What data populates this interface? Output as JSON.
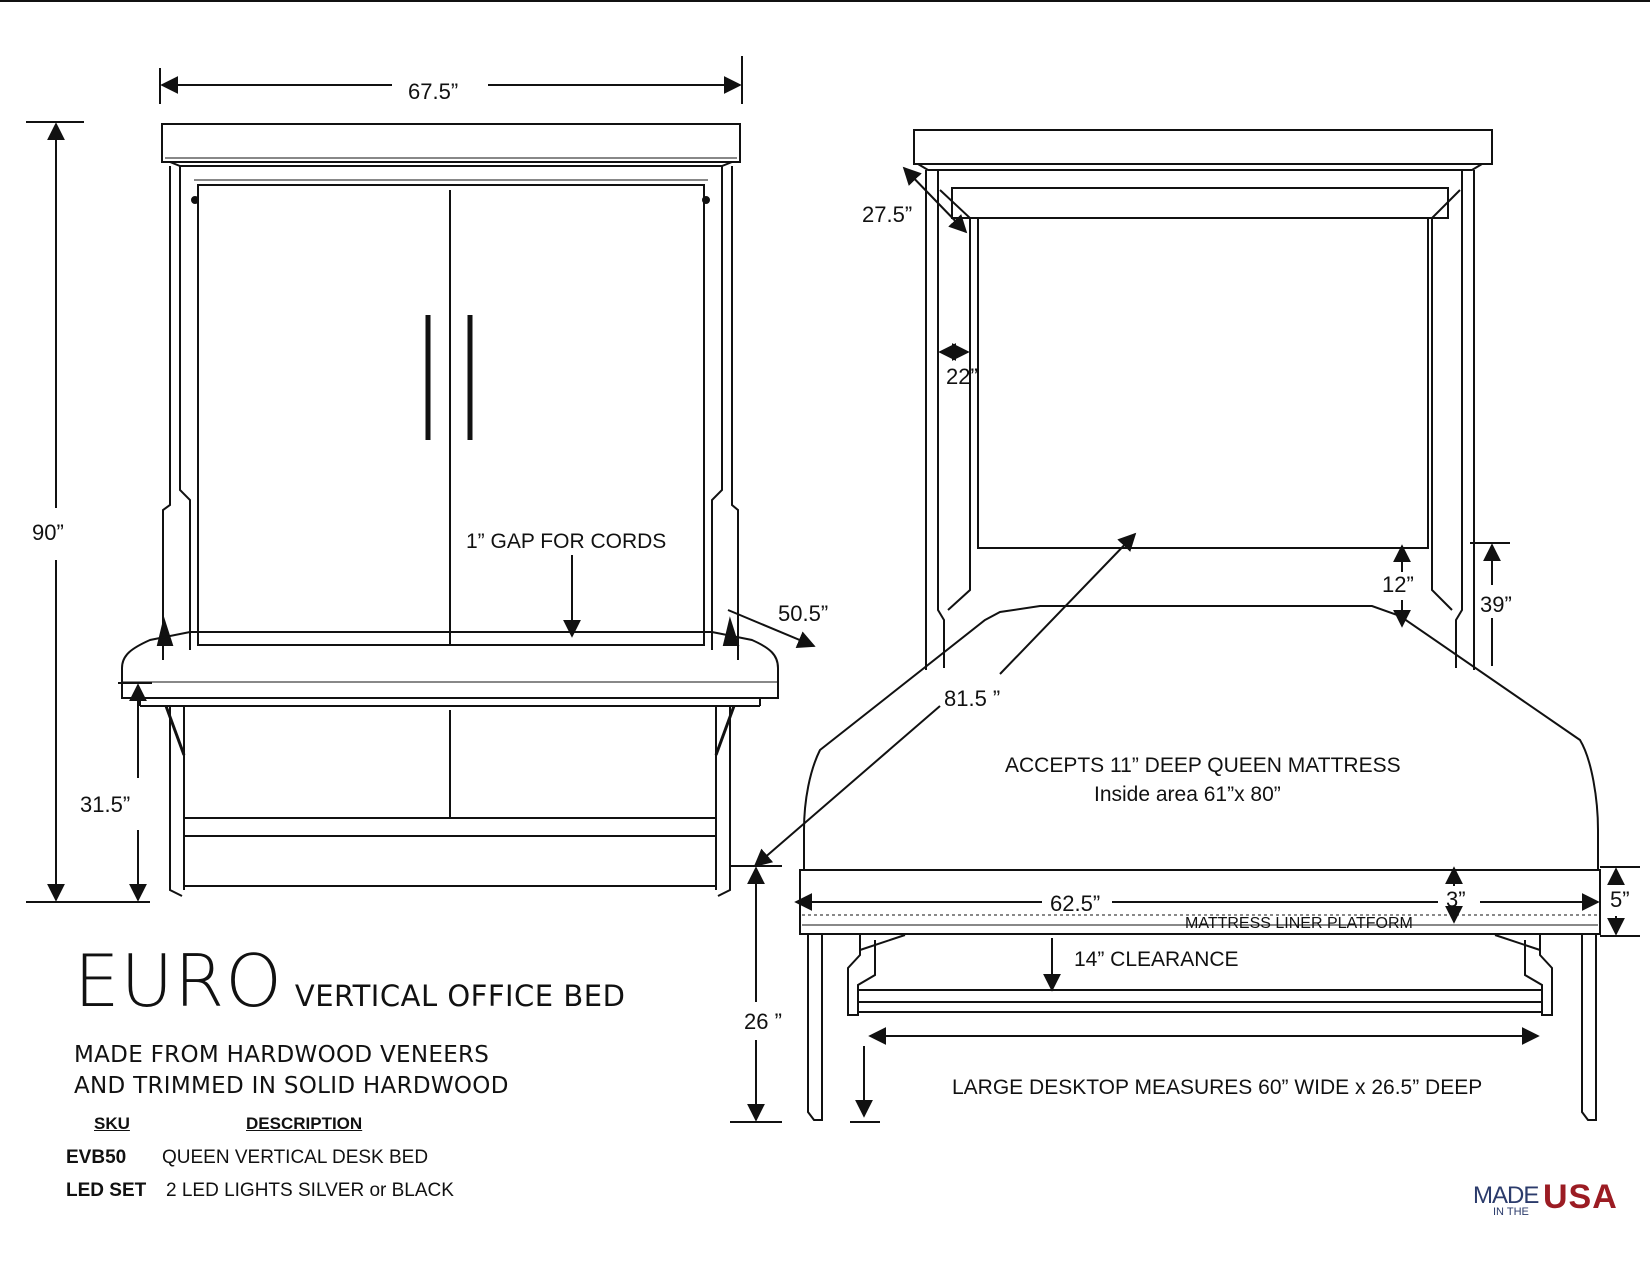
{
  "dimensions": {
    "front_width": "67.5”",
    "front_height": "90”",
    "desk_height": "31.5”",
    "gap_note": "1” GAP FOR CORDS",
    "desk_depth_diag": "50.5”",
    "side_depth": "27.5”",
    "panel_width": "22”",
    "bed_diagonal": "81.5 ”",
    "headboard_gap": "12”",
    "side_height": "39”",
    "platform_width": "62.5”",
    "platform_3": "3”",
    "platform_5": "5”",
    "bed_height": "26 ”",
    "clearance": "14” CLEARANCE",
    "mattress_note": "ACCEPTS 11” DEEP QUEEN MATTRESS",
    "inside_area": "Inside area 61”x 80”",
    "liner_platform": "MATTRESS LINER PLATFORM",
    "desktop_note": "LARGE DESKTOP MEASURES 60” WIDE x 26.5” DEEP"
  },
  "title": {
    "brand": "EURO",
    "product": "VERTICAL OFFICE BED",
    "made_line1": "MADE FROM HARDWOOD VENEERS",
    "made_line2": "AND TRIMMED IN SOLID HARDWOOD"
  },
  "sku_table": {
    "col_sku": "SKU",
    "col_description": "DESCRIPTION",
    "rows": [
      {
        "sku": "EVB50",
        "description": "QUEEN VERTICAL DESK BED"
      },
      {
        "sku": "LED SET",
        "description": "2 LED LIGHTS SILVER or BLACK"
      }
    ]
  },
  "logo": {
    "made": "MADE",
    "in_the": "IN THE",
    "usa": "USA",
    "made_color": "#2b3b6b",
    "usa_color": "#9b1c23"
  }
}
